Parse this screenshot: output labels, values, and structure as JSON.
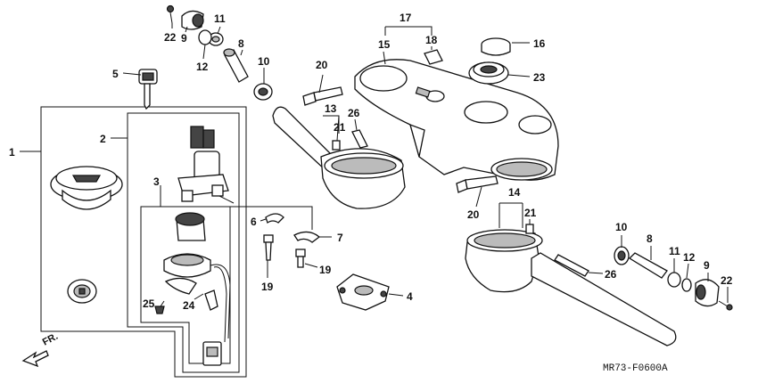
{
  "diagram": {
    "code": "MR73-F0600A",
    "direction": "FR.",
    "callouts": [
      {
        "id": "c1",
        "text": "1"
      },
      {
        "id": "c2",
        "text": "2"
      },
      {
        "id": "c3",
        "text": "3"
      },
      {
        "id": "c4",
        "text": "4"
      },
      {
        "id": "c5",
        "text": "5"
      },
      {
        "id": "c6",
        "text": "6"
      },
      {
        "id": "c7",
        "text": "7"
      },
      {
        "id": "c8a",
        "text": "8"
      },
      {
        "id": "c8b",
        "text": "8"
      },
      {
        "id": "c9a",
        "text": "9"
      },
      {
        "id": "c9b",
        "text": "9"
      },
      {
        "id": "c10a",
        "text": "10"
      },
      {
        "id": "c10b",
        "text": "10"
      },
      {
        "id": "c11a",
        "text": "11"
      },
      {
        "id": "c11b",
        "text": "11"
      },
      {
        "id": "c12a",
        "text": "12"
      },
      {
        "id": "c12b",
        "text": "12"
      },
      {
        "id": "c13",
        "text": "13"
      },
      {
        "id": "c14",
        "text": "14"
      },
      {
        "id": "c15",
        "text": "15"
      },
      {
        "id": "c16",
        "text": "16"
      },
      {
        "id": "c17",
        "text": "17"
      },
      {
        "id": "c18",
        "text": "18"
      },
      {
        "id": "c19a",
        "text": "19"
      },
      {
        "id": "c19b",
        "text": "19"
      },
      {
        "id": "c20a",
        "text": "20"
      },
      {
        "id": "c20b",
        "text": "20"
      },
      {
        "id": "c21a",
        "text": "21"
      },
      {
        "id": "c21b",
        "text": "21"
      },
      {
        "id": "c22a",
        "text": "22"
      },
      {
        "id": "c22b",
        "text": "22"
      },
      {
        "id": "c23",
        "text": "23"
      },
      {
        "id": "c24",
        "text": "24"
      },
      {
        "id": "c25",
        "text": "25"
      },
      {
        "id": "c26a",
        "text": "26"
      },
      {
        "id": "c26b",
        "text": "26"
      }
    ]
  }
}
